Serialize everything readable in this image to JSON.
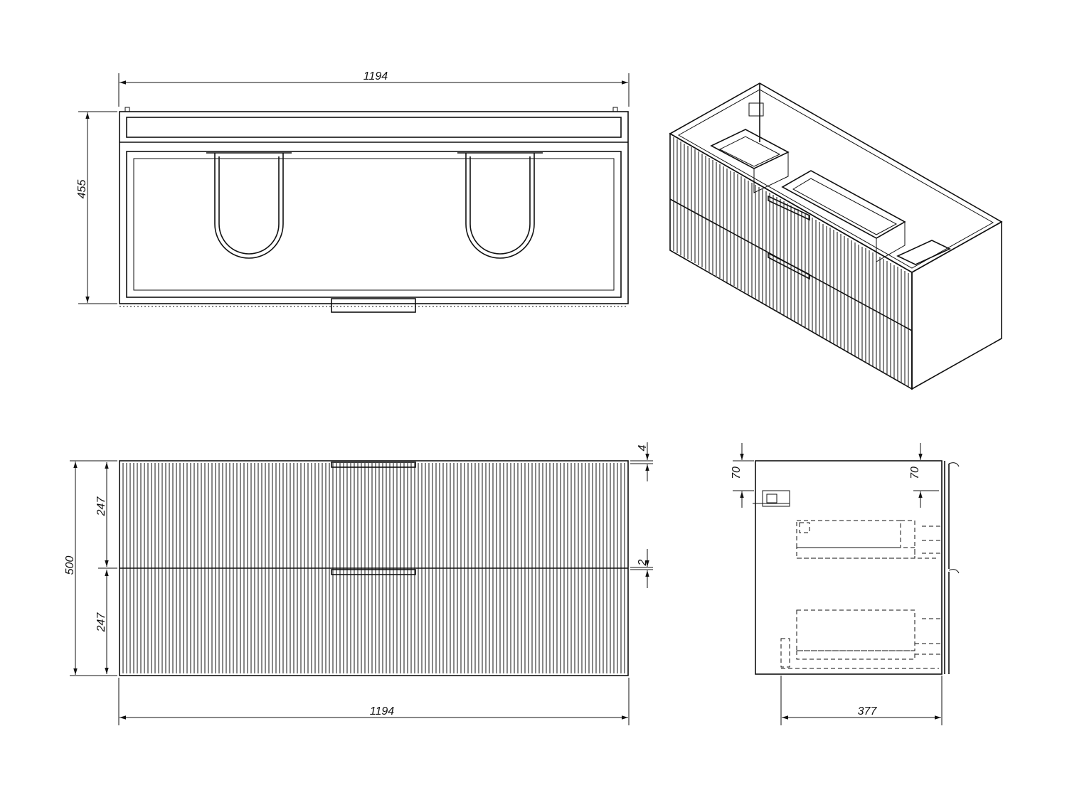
{
  "colors": {
    "stroke": "#111111",
    "background": "#ffffff"
  },
  "dimensions": {
    "top_width": "1194",
    "top_depth": "455",
    "front_width": "1194",
    "front_height": "500",
    "front_upper_drawer": "247",
    "front_lower_drawer": "247",
    "front_top_gap": "4",
    "front_mid_gap": "2",
    "side_depth": "377",
    "side_left_offset": "70",
    "side_right_offset": "70"
  }
}
